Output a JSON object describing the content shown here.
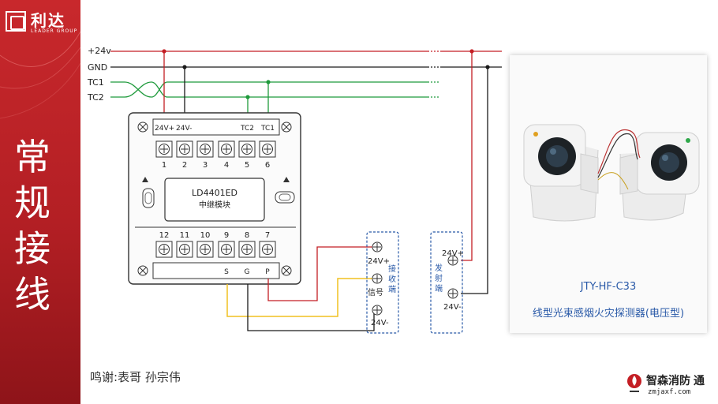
{
  "brand": {
    "name_cn": "利达",
    "name_en": "LEADER GROUP"
  },
  "sidebar_title": [
    "常",
    "规",
    "接",
    "线"
  ],
  "bus_labels": {
    "p24v": "+24v",
    "gnd": "GND",
    "tc1": "TC1",
    "tc2": "TC2"
  },
  "module": {
    "top_terminals": {
      "p24": "24V+",
      "m24": "24V-",
      "tc2": "TC2",
      "tc1": "TC1"
    },
    "top_numbers": [
      "1",
      "2",
      "3",
      "4",
      "5",
      "6"
    ],
    "name": "LD4401ED",
    "desc": "中继模块",
    "bottom_numbers": [
      "12",
      "11",
      "10",
      "9",
      "8",
      "7"
    ],
    "bottom_letters": {
      "s": "S",
      "g": "G",
      "p": "P"
    }
  },
  "receiver": {
    "p24": "24V+",
    "signal": "信号",
    "m24": "24V-",
    "name": [
      "接",
      "收",
      "端"
    ]
  },
  "transmitter": {
    "p24": "24V+",
    "m24": "24V-",
    "name": [
      "发",
      "射",
      "端"
    ]
  },
  "photo": {
    "model": "JTY-HF-C33",
    "desc": "线型光束感烟火灾探测器(电压型)"
  },
  "credits": "鸣谢:表哥   孙宗伟",
  "watermark": {
    "cn": "智森消防",
    "url": "zmjaxf.com",
    "extra": "通"
  },
  "colors": {
    "p24v": "#c41e24",
    "gnd": "#1a1a1a",
    "tc": "#1f9a3c",
    "signal": "#f0c020",
    "accent": "#2a5aa8",
    "sidebar": "#b31f24"
  }
}
